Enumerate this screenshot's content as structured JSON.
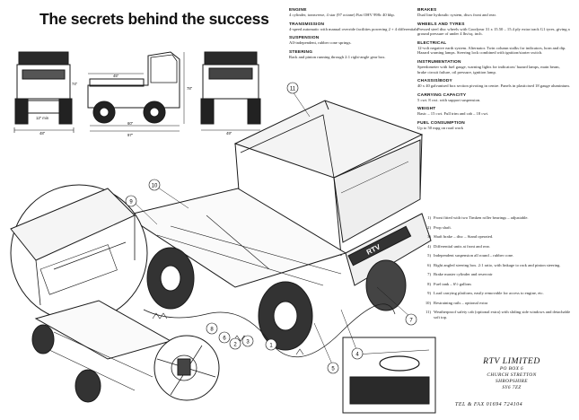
{
  "title": "The secrets behind the success",
  "specs": [
    {
      "heading": "ENGINE",
      "text": "4 cylinder, transverse, 4 star (97 octane) Fiat OHV 998c 40 bhp."
    },
    {
      "heading": "TRANSMISSION",
      "text": "4-speed automatic with manual override facilities powering 2 + 4 differentials."
    },
    {
      "heading": "SUSPENSION",
      "text": "All-independent, rubber cone springs."
    },
    {
      "heading": "STEERING",
      "text": "Rack and pinion running through 2:1 right-angle gear box."
    },
    {
      "heading": "BRAKES",
      "text": "Dual line hydraulic system, discs front and rear."
    },
    {
      "heading": "WHEELS AND TYRES",
      "text": "Pressed steel disc wheels with Goodyear 31 x 15.50 – 15.4 ply extra track G1 tyres, giving a ground pressure of under 4 lbs/sq. inch."
    },
    {
      "heading": "ELECTRICAL",
      "text": "12-volt negative earth system. Alternator. Twin column stalks for indicators, horn and dip. Hazard warning lamps. Steering lock combined with ignition/starter switch."
    },
    {
      "heading": "INSTRUMENTATION",
      "text": "Speedometer with fuel gauge, warning lights for indicators/ hazard lamps, main beam, brake circuit failure, oil pressure, ignition lamp."
    },
    {
      "heading": "CHASSIS/BODY",
      "text": "40 x 40 galvanised box section pivoting in centre. Panels in plasticised 18 gauge aluminium."
    },
    {
      "heading": "CARRYING CAPACITY",
      "text": "5 cwt. 8 cwt. with support suspension."
    },
    {
      "heading": "WEIGHT",
      "text": "Basic – 15 cwt. Full trim and cab – 18 cwt."
    },
    {
      "heading": "FUEL CONSUMPTION",
      "text": "Up to 50 mpg on road work"
    }
  ],
  "legend": [
    {
      "num": "1)",
      "text": "Front fitted with two Timken roller bearings – adjustable."
    },
    {
      "num": "2)",
      "text": "Prop shaft."
    },
    {
      "num": "3)",
      "text": "Shaft brake – disc – Stand operated."
    },
    {
      "num": "4)",
      "text": "Differential units at front and rear."
    },
    {
      "num": "5)",
      "text": "Independent suspension all round – rubber cone."
    },
    {
      "num": "6)",
      "text": "Right angled steering box. 2:1 ratio, with linkage to rack and pinion steering."
    },
    {
      "num": "7)",
      "text": "Brake master cylinder and reservoir"
    },
    {
      "num": "8)",
      "text": "Fuel tank – 6½ gallons"
    },
    {
      "num": "9)",
      "text": "Load carrying platform, easily removable for access to engine, etc."
    },
    {
      "num": "10)",
      "text": "Restraining rails – optional extra"
    },
    {
      "num": "11)",
      "text": "Weatherproof safety cab (optional extra) with sliding side windows and detachable soft top."
    }
  ],
  "callouts": [
    "1",
    "2",
    "3",
    "4",
    "5",
    "6",
    "7",
    "8",
    "9",
    "10",
    "11"
  ],
  "dimensions": {
    "front_height": "74\"",
    "front_width_bottom": "48\"",
    "front_ground": "12\" min",
    "side_top": "45\"",
    "side_length": "60\"",
    "side_overall": "97\"",
    "side_height": "78\"",
    "rear_width": "49\""
  },
  "company": {
    "name": "RTV LIMITED",
    "address": [
      "PO BOX 6",
      "CHURCH STRETTON",
      "SHROPSHIRE",
      "SY6 7ZZ"
    ],
    "telfax": "TEL & FAX 01694 724104"
  },
  "vehicle_badge": "RTV"
}
